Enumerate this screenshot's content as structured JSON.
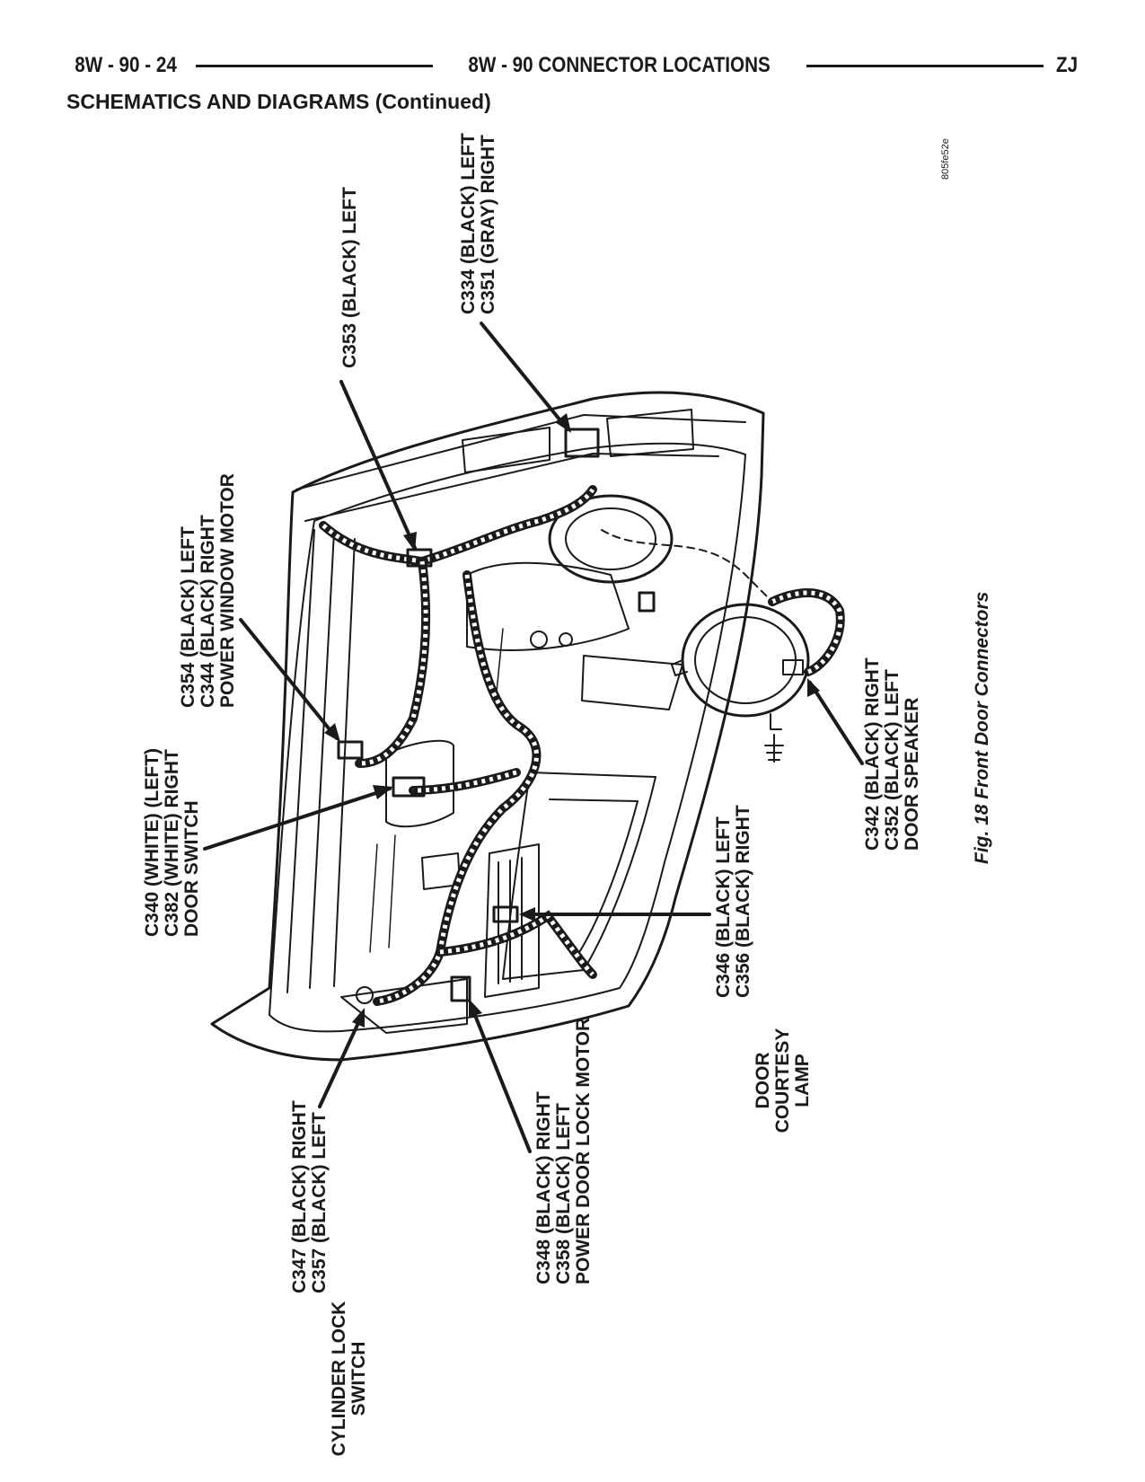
{
  "header": {
    "left": "8W - 90 - 24",
    "center": "8W - 90 CONNECTOR LOCATIONS",
    "right": "ZJ"
  },
  "section_title": "SCHEMATICS AND DIAGRAMS (Continued)",
  "figure": {
    "image_code": "805fe52e",
    "caption": "Fig. 18 Front Door Connectors",
    "callouts": [
      {
        "id": "c353",
        "lines": [
          "C353 (BLACK) LEFT"
        ]
      },
      {
        "id": "c334",
        "lines": [
          "C334 (BLACK) LEFT",
          "C351 (GRAY) RIGHT"
        ]
      },
      {
        "id": "c354",
        "lines": [
          "C354 (BLACK) LEFT",
          "C344 (BLACK) RIGHT",
          "POWER WINDOW MOTOR"
        ]
      },
      {
        "id": "c340",
        "lines": [
          "C340 (WHITE) (LEFT)",
          "C382 (WHITE) RIGHT",
          "DOOR SWITCH"
        ]
      },
      {
        "id": "c346",
        "lines": [
          "C346 (BLACK) LEFT",
          "C356 (BLACK) RIGHT",
          "DOOR",
          "COURTESY",
          "LAMP"
        ]
      },
      {
        "id": "c342",
        "lines": [
          "C342 (BLACK) RIGHT",
          "C352 (BLACK) LEFT",
          "DOOR SPEAKER"
        ]
      },
      {
        "id": "c347",
        "lines": [
          "C347 (BLACK) RIGHT",
          "C357 (BLACK) LEFT",
          "CYLINDER LOCK",
          "SWITCH"
        ]
      },
      {
        "id": "c348",
        "lines": [
          "C348 (BLACK) RIGHT",
          "C358 (BLACK) LEFT",
          "POWER DOOR LOCK MOTOR"
        ]
      }
    ]
  }
}
